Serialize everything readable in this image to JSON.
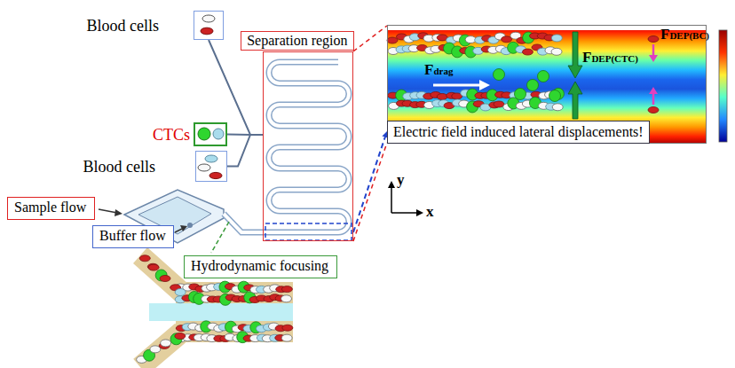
{
  "diagram": {
    "nodes": [
      {
        "text": [
          "Blood cells"
        ]
      },
      {
        "text": [
          "CTCs"
        ]
      },
      {
        "text": [
          "Blood cells"
        ]
      },
      {
        "text": [
          "Separation region"
        ]
      },
      {
        "text": [
          "Sample flow"
        ]
      },
      {
        "text": [
          "Buffer flow"
        ]
      },
      {
        "text": [
          "Hydrodynamic focusing"
        ]
      },
      {
        "text": [
          "Electric field induced lateral displacements!"
        ]
      }
    ],
    "edges": [
      {
        "from": 0,
        "to": 3,
        "arrow": "none"
      },
      {
        "from": 1,
        "to": 3,
        "arrow": "none"
      },
      {
        "from": 2,
        "to": 3,
        "arrow": "none"
      },
      {
        "from": 3,
        "to": 7,
        "arrow": "none"
      },
      {
        "from": 3,
        "to": 7,
        "arrow": "to"
      },
      {
        "from": 3,
        "to": 7,
        "arrow": "none"
      }
    ],
    "labels": [
      "Fdrag",
      "FDEP(CTC)",
      "FDEP(BC)",
      "y",
      "x"
    ]
  }
}
